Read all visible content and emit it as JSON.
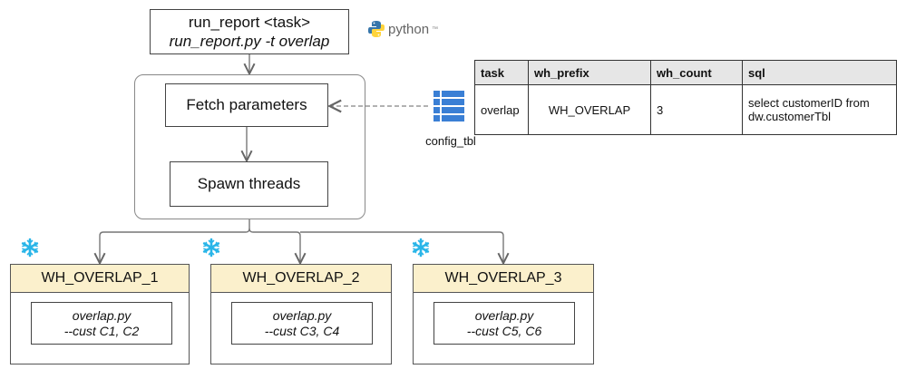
{
  "command": {
    "line1": "run_report <task>",
    "line2": "run_report.py -t overlap"
  },
  "python_logo": {
    "word": "python",
    "mark": "™"
  },
  "steps": {
    "fetch": "Fetch parameters",
    "spawn": "Spawn threads"
  },
  "config": {
    "icon": "table-list-icon",
    "label": "config_tbl",
    "headers": [
      "task",
      "wh_prefix",
      "wh_count",
      "sql"
    ],
    "row": [
      "overlap",
      "WH_OVERLAP",
      "3",
      "select customerID from dw.customerTbl"
    ]
  },
  "warehouses": [
    {
      "name": "WH_OVERLAP_1",
      "script": "overlap.py",
      "args": "--cust C1, C2"
    },
    {
      "name": "WH_OVERLAP_2",
      "script": "overlap.py",
      "args": "--cust C3, C4"
    },
    {
      "name": "WH_OVERLAP_3",
      "script": "overlap.py",
      "args": "--cust C5, C6"
    }
  ],
  "colors": {
    "warehouse_header": "#fbf0cc",
    "snowflake": "#29b5e8",
    "table_icon": "#3a7fd5",
    "python_blue": "#3776ab",
    "python_yellow": "#ffd43b"
  }
}
